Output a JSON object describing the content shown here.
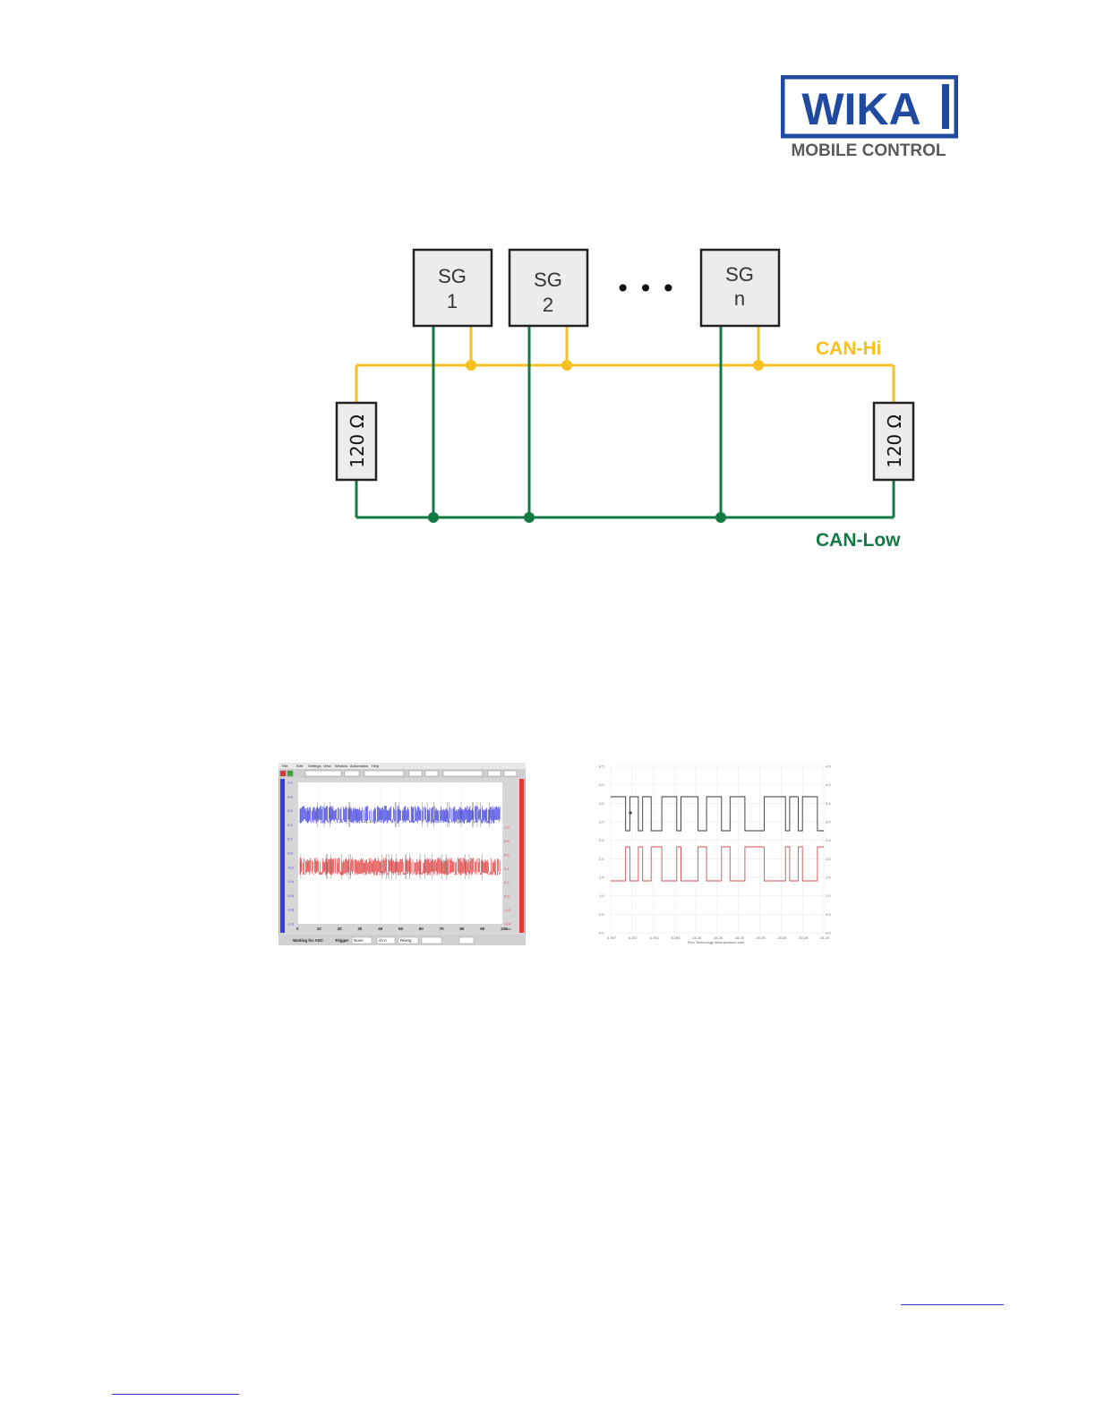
{
  "logo": {
    "brand": "WIKA",
    "subtitle": "MOBILE CONTROL",
    "colors": {
      "blue": "#1f4aa0",
      "grey": "#5a5a5a"
    }
  },
  "diagram": {
    "nodes": [
      {
        "line1": "SG",
        "line2": "1"
      },
      {
        "line1": "SG",
        "line2": "2"
      },
      {
        "line1": "SG",
        "line2": "n"
      }
    ],
    "ellipsis": "• • •",
    "can_hi_label": "CAN-Hi",
    "can_low_label": "CAN-Low",
    "resistor_left": "120 Ω",
    "resistor_right": "120 Ω",
    "colors": {
      "can_hi": "#f5c020",
      "can_low": "#137a46",
      "box_fill": "#ececec"
    }
  },
  "scope_left": {
    "menu": [
      "File",
      "Edit",
      "Settings",
      "View",
      "Window",
      "Automation",
      "Help"
    ],
    "status": "Waiting for ADC",
    "trigger_label": "Trigger",
    "trigger_value": "None",
    "channel": "ch A",
    "edge": "Rising",
    "x_unit": "ms",
    "x_ticks": [
      "0",
      "10",
      "20",
      "30",
      "40",
      "50",
      "60",
      "70",
      "80",
      "90",
      "100"
    ],
    "y_ticks_left": [
      "1.0",
      "0.8",
      "0.6",
      "0.4",
      "0.2",
      "0.0",
      "-0.2",
      "-0.4",
      "-0.6",
      "-0.8",
      "-1.0"
    ],
    "y_ticks_right": [
      "1.0",
      "0.8",
      "0.6",
      "0.4",
      "0.2",
      "0.0",
      "-0.2",
      "-0.4"
    ],
    "colors": {
      "ch_a": "#3a3ae0",
      "ch_b": "#e03a3a"
    }
  },
  "scope_right": {
    "x_ticks": [
      "0.787",
      "4.257",
      "4.753",
      "8.253",
      "14.25",
      "16.25",
      "18.25",
      "20.25",
      "18.25",
      "20.25",
      "24.25"
    ],
    "y_ticks_left": [
      "4.5",
      "4.0",
      "3.5",
      "3.0",
      "2.5",
      "2.0",
      "1.5",
      "1.0",
      "0.5",
      "0.0"
    ],
    "y_ticks_right": [
      "4.5",
      "4.0",
      "3.5",
      "3.0",
      "2.5",
      "2.0",
      "1.5",
      "1.0",
      "0.5",
      "0.0"
    ],
    "footer": "Pico Technology   www.picotech.com",
    "colors": {
      "top_trace": "#333333",
      "bottom_trace": "#d05050",
      "grid": "#e4e4e4"
    }
  }
}
